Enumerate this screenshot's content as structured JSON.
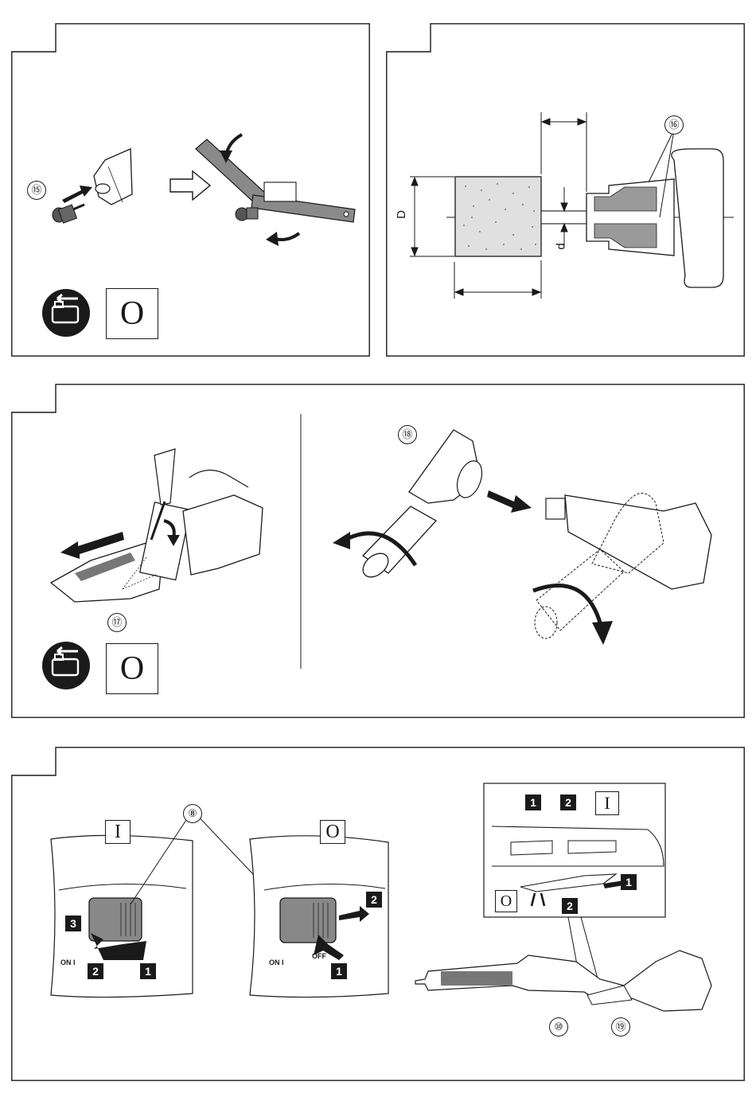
{
  "panel1": {
    "part_number": "⑮",
    "symbol_o": "O"
  },
  "panel2": {
    "part_number": "⑯",
    "dim_D": "D",
    "dim_d": "d"
  },
  "panel3": {
    "part_number_17": "⑰",
    "part_number_18": "⑱",
    "symbol_o": "O"
  },
  "panel4": {
    "part_number_8": "⑧",
    "part_number_10": "⑩",
    "part_number_19": "⑲",
    "symbol_on": "I",
    "symbol_off": "O",
    "on_label": "ON I",
    "off_label": "OFF",
    "steps": {
      "s1": "1",
      "s2": "2",
      "s3": "3"
    }
  }
}
